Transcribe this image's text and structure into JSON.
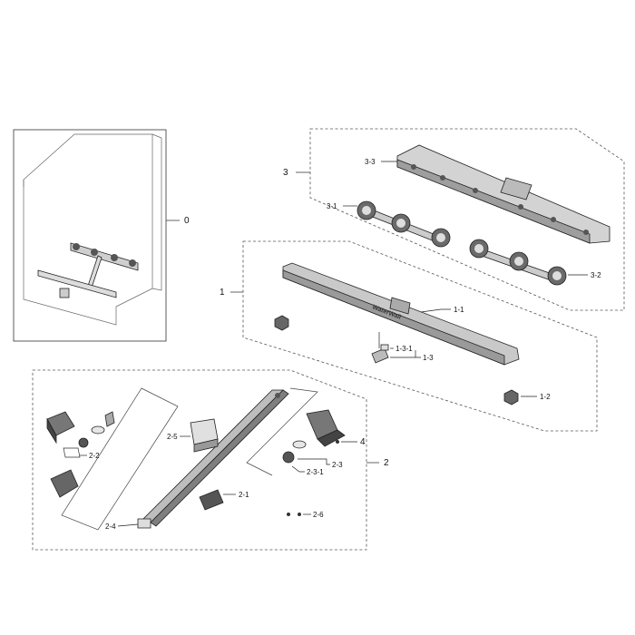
{
  "labels": {
    "l0": "0",
    "l1": "1",
    "l1_1": "1-1",
    "l1_2": "1-2",
    "l1_3": "1-3",
    "l1_3_1": "1-3-1",
    "l2": "2",
    "l2_1": "2-1",
    "l2_2": "2-2",
    "l2_3": "2-3",
    "l2_3_1": "2-3-1",
    "l2_4": "2-4",
    "l2_5": "2-5",
    "l2_6": "2-6",
    "l3": "3",
    "l3_1": "3-1",
    "l3_2": "3-2",
    "l3_3": "3-3",
    "l4": "4"
  },
  "brand_text": "WaterWall",
  "colors": {
    "line": "#222222",
    "part_fill": "#bdbdbd",
    "dark_fill": "#555555",
    "light_fill": "#e6e6e6"
  }
}
